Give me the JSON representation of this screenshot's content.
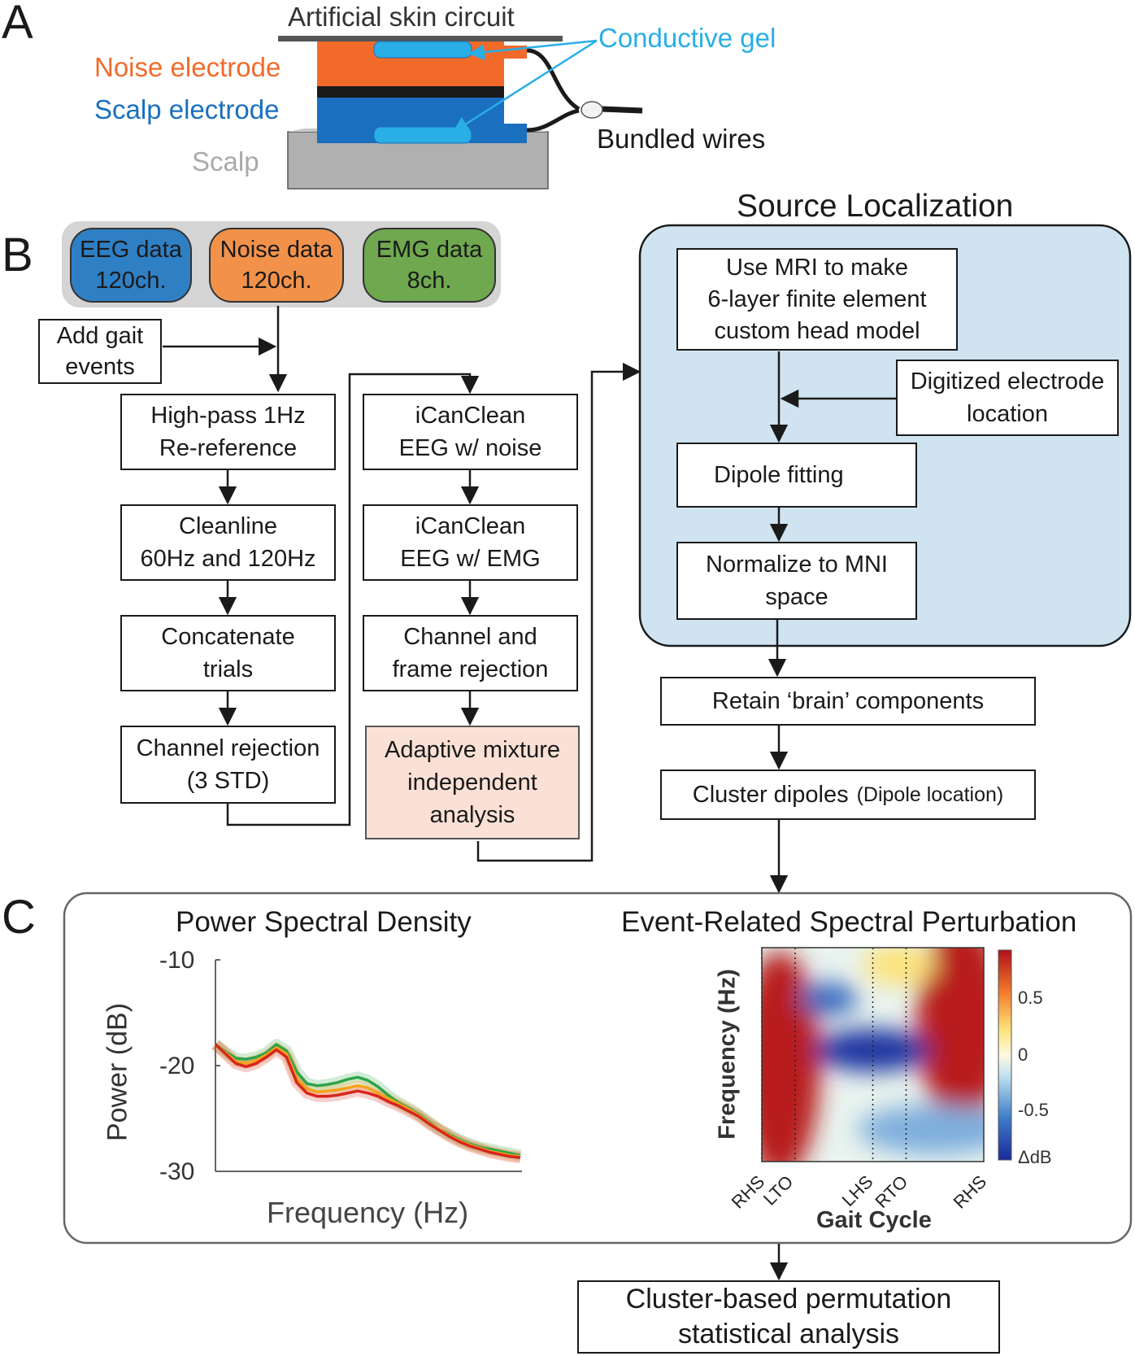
{
  "panels": {
    "a": "A",
    "b": "B",
    "c": "C"
  },
  "panel_a": {
    "artificial_skin_circuit": "Artificial skin circuit",
    "conductive_gel": "Conductive gel",
    "noise_electrode": "Noise electrode",
    "scalp_electrode": "Scalp electrode",
    "scalp": "Scalp",
    "bundled_wires": "Bundled wires",
    "colors": {
      "noise": "#f26a2a",
      "scalp_electrode": "#1a6fbf",
      "gel": "#29aee6",
      "scalp": "#b0b0b0"
    }
  },
  "panel_b": {
    "inputs": [
      {
        "label": "EEG data\n120ch.",
        "color": "#2f7fc4"
      },
      {
        "label": "Noise data\n120ch.",
        "color": "#f2924a"
      },
      {
        "label": "EMG data\n8ch.",
        "color": "#6fa84f"
      }
    ],
    "add_gait_events": "Add gait\nevents",
    "col1": [
      "High-pass 1Hz\nRe-reference",
      "Cleanline\n60Hz and 120Hz",
      "Concatenate\ntrials",
      "Channel rejection\n(3 STD)"
    ],
    "col2": [
      "iCanClean\nEEG w/ noise",
      "iCanClean\nEEG w/ EMG",
      "Channel and\nframe rejection",
      "Adaptive mixture\nindependent\nanalysis"
    ],
    "source_localization": {
      "title": "Source Localization",
      "mri": "Use MRI to make\n6-layer finite element\ncustom head model",
      "digitized": "Digitized electrode\nlocation",
      "dipole": "Dipole fitting",
      "normalize": "Normalize to MNI\nspace"
    },
    "retain": "Retain ‘brain’ components",
    "cluster": "Cluster dipoles",
    "cluster_sub": "(Dipole location)",
    "final": "Cluster-based permutation\nstatistical analysis"
  },
  "chart_data": [
    {
      "type": "line",
      "title": "Power Spectral Density",
      "xlabel": "Frequency (Hz)",
      "ylabel": "Power (dB)",
      "ylim": [
        -30,
        -10
      ],
      "yticks": [
        "-10",
        "-20",
        "-30"
      ],
      "x": [
        0,
        1,
        2,
        3,
        4,
        5,
        6,
        7,
        8,
        9,
        10,
        11,
        12,
        13,
        14,
        15,
        16,
        17,
        18,
        19,
        20,
        21,
        22,
        23,
        24,
        25,
        26,
        27,
        28,
        29,
        30
      ],
      "series": [
        {
          "color": "#2ea34a",
          "values": [
            -18.0,
            -18.7,
            -19.3,
            -19.4,
            -19.2,
            -18.8,
            -18.0,
            -18.6,
            -20.6,
            -21.7,
            -21.9,
            -21.8,
            -21.6,
            -21.3,
            -21.1,
            -21.4,
            -22.0,
            -22.8,
            -23.5,
            -24.0,
            -24.6,
            -25.3,
            -26.0,
            -26.5,
            -27.0,
            -27.4,
            -27.7,
            -27.9,
            -28.1,
            -28.3,
            -28.5
          ]
        },
        {
          "color": "#f5a31a",
          "values": [
            -18.0,
            -18.8,
            -19.6,
            -19.8,
            -19.5,
            -19.0,
            -18.3,
            -18.9,
            -21.2,
            -22.2,
            -22.5,
            -22.4,
            -22.3,
            -22.1,
            -21.9,
            -22.1,
            -22.6,
            -23.1,
            -23.6,
            -24.1,
            -24.7,
            -25.4,
            -26.0,
            -26.6,
            -27.1,
            -27.5,
            -27.8,
            -28.1,
            -28.3,
            -28.5,
            -28.6
          ]
        },
        {
          "color": "#d7261e",
          "values": [
            -18.0,
            -18.9,
            -19.8,
            -20.1,
            -19.8,
            -19.2,
            -18.5,
            -19.2,
            -21.6,
            -22.6,
            -22.9,
            -22.9,
            -22.8,
            -22.6,
            -22.4,
            -22.6,
            -22.9,
            -23.4,
            -23.8,
            -24.3,
            -24.8,
            -25.5,
            -26.1,
            -26.7,
            -27.2,
            -27.6,
            -27.9,
            -28.2,
            -28.4,
            -28.6,
            -28.7
          ]
        }
      ]
    },
    {
      "type": "heatmap",
      "title": "Event-Related Spectral Perturbation",
      "xlabel": "Gait Cycle",
      "ylabel": "Frequency (Hz)",
      "events": [
        "RHS",
        "LTO",
        "LHS",
        "RTO",
        "RHS"
      ],
      "event_positions": [
        0,
        0.15,
        0.5,
        0.65,
        1.0
      ],
      "colorbar": {
        "ticks": [
          "0.5",
          "0",
          "-0.5"
        ],
        "tick_values": [
          0.5,
          0,
          -0.5
        ],
        "unit": "ΔdB",
        "range": [
          -0.9,
          0.9
        ]
      },
      "features": [
        {
          "x": 0.08,
          "y": 0.55,
          "value": 0.95
        },
        {
          "x": 0.9,
          "y": 0.35,
          "value": 0.95
        },
        {
          "x": 0.5,
          "y": 0.48,
          "value": -0.95
        },
        {
          "x": 0.3,
          "y": 0.24,
          "value": -0.7
        },
        {
          "x": 0.78,
          "y": 0.85,
          "value": -0.4
        },
        {
          "x": 0.62,
          "y": 0.08,
          "value": 0.25
        }
      ]
    }
  ]
}
